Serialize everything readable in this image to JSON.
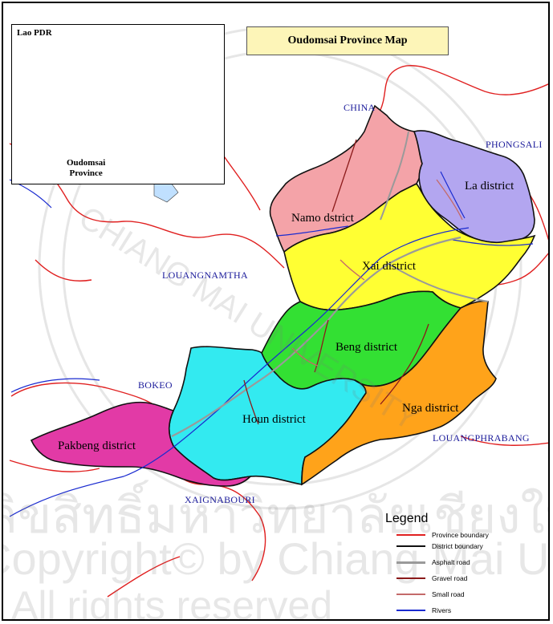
{
  "map": {
    "title": "Oudomsai Province Map",
    "inset": {
      "title": "Lao PDR",
      "pointer_label_line1": "Oudomsai",
      "pointer_label_line2": "Province"
    },
    "districts": [
      {
        "name": "Namo dstrict",
        "color": "#f4a3a8"
      },
      {
        "name": "La district",
        "color": "#b3a6f0"
      },
      {
        "name": "Xai district",
        "color": "#ffff33"
      },
      {
        "name": "Beng district",
        "color": "#33e033"
      },
      {
        "name": "Houn district",
        "color": "#33eaf0"
      },
      {
        "name": "Nga district",
        "color": "#ffa31a"
      },
      {
        "name": "Pakbeng district",
        "color": "#e23aa6"
      }
    ],
    "neighbors": {
      "north": "CHINA",
      "northeast": "PHONGSALI",
      "west": "LOUANGNAMTHA",
      "southwest": "BOKEO",
      "southeast": "LOUANGPHRABANG",
      "south": "XAIGNABOURI"
    },
    "legend": {
      "title": "Legend",
      "items": [
        {
          "label": "Province boundary",
          "color": "#e02020"
        },
        {
          "label": "District boundary",
          "color": "#111111"
        },
        {
          "label": "Asphalt road",
          "color": "#9a9a9a"
        },
        {
          "label": "Gravel road",
          "color": "#8b1a1a"
        },
        {
          "label": "Small road",
          "color": "#c46a6a"
        },
        {
          "label": "Rivers",
          "color": "#1a2bd0"
        }
      ]
    },
    "watermark": {
      "thai": "ลิขสิทธิ์มหาวิทยาลัยเชียงใหม่",
      "copyright": "Copyright© by Chiang Mai University",
      "rights": "All rights reserved",
      "circle": "CHIANG MAI UNIVERSITY"
    }
  }
}
